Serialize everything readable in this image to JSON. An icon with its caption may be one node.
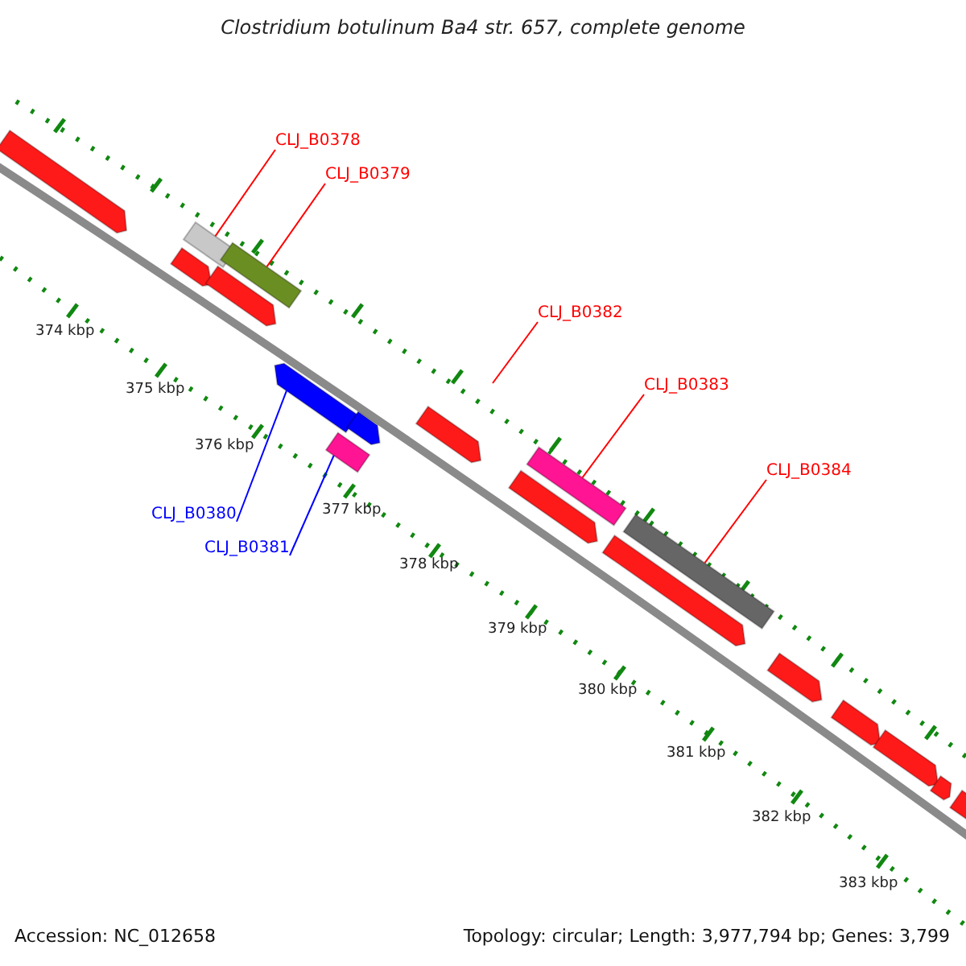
{
  "diagram": {
    "title": "Clostridium botulinum Ba4 str. 657, complete genome",
    "nodes": [
      {
        "text": [
          "CLJ_B0378"
        ]
      },
      {
        "text": [
          "CLJ_B0379"
        ]
      },
      {
        "text": [],
        "shape": "bar"
      },
      {
        "text": [],
        "shape": "bar"
      },
      {
        "text": [
          "CLJ_B0382"
        ]
      },
      {
        "text": [
          "CLJ_B0383"
        ]
      },
      {
        "text": [],
        "shape": "bar"
      },
      {
        "text": [
          "CLJ_B0384"
        ]
      },
      {
        "text": [],
        "shape": "bar"
      },
      {
        "text": [],
        "shape": "bar"
      },
      {
        "text": [],
        "shape": "bar"
      },
      {
        "text": [
          "CLJ_B0380"
        ]
      },
      {
        "text": [
          "CLJ_B0381"
        ]
      },
      {
        "text": [],
        "shape": "bar"
      },
      {
        "text": [],
        "shape": "bar"
      },
      {
        "text": [],
        "shape": "bar"
      },
      {
        "text": [],
        "shape": "bar"
      },
      {
        "text": [],
        "shape": "bar"
      },
      {
        "text": [],
        "shape": "bar"
      },
      {
        "text": [],
        "shape": "bar"
      },
      {
        "text": [],
        "shape": "bar"
      },
      {
        "text": [],
        "shape": "bar"
      },
      {
        "text": [],
        "shape": "bar"
      },
      {
        "text": [],
        "shape": "bar"
      },
      {
        "text": [],
        "shape": "bar"
      }
    ],
    "edges": [
      {
        "from": 0,
        "to": 2,
        "arrow": "none"
      },
      {
        "from": 1,
        "to": 3,
        "arrow": "none"
      },
      {
        "from": 4,
        "to": null,
        "arrow": "none"
      },
      {
        "from": 5,
        "to": 6,
        "arrow": "none"
      },
      {
        "from": 7,
        "to": 8,
        "arrow": "none"
      },
      {
        "from": 11,
        "to": 9,
        "arrow": "none",
        "color": "#0000ff"
      },
      {
        "from": 12,
        "to": 10,
        "arrow": "none",
        "color": "#0000ff"
      }
    ],
    "labels": [
      "374 kbp",
      "375 kbp",
      "376 kbp",
      "377 kbp",
      "378 kbp",
      "379 kbp",
      "380 kbp",
      "381 kbp",
      "382 kbp",
      "383 kbp",
      "Accession: NC_012658",
      "Topology: circular; Length: 3,977,794 bp; Genes: 3,799"
    ]
  }
}
